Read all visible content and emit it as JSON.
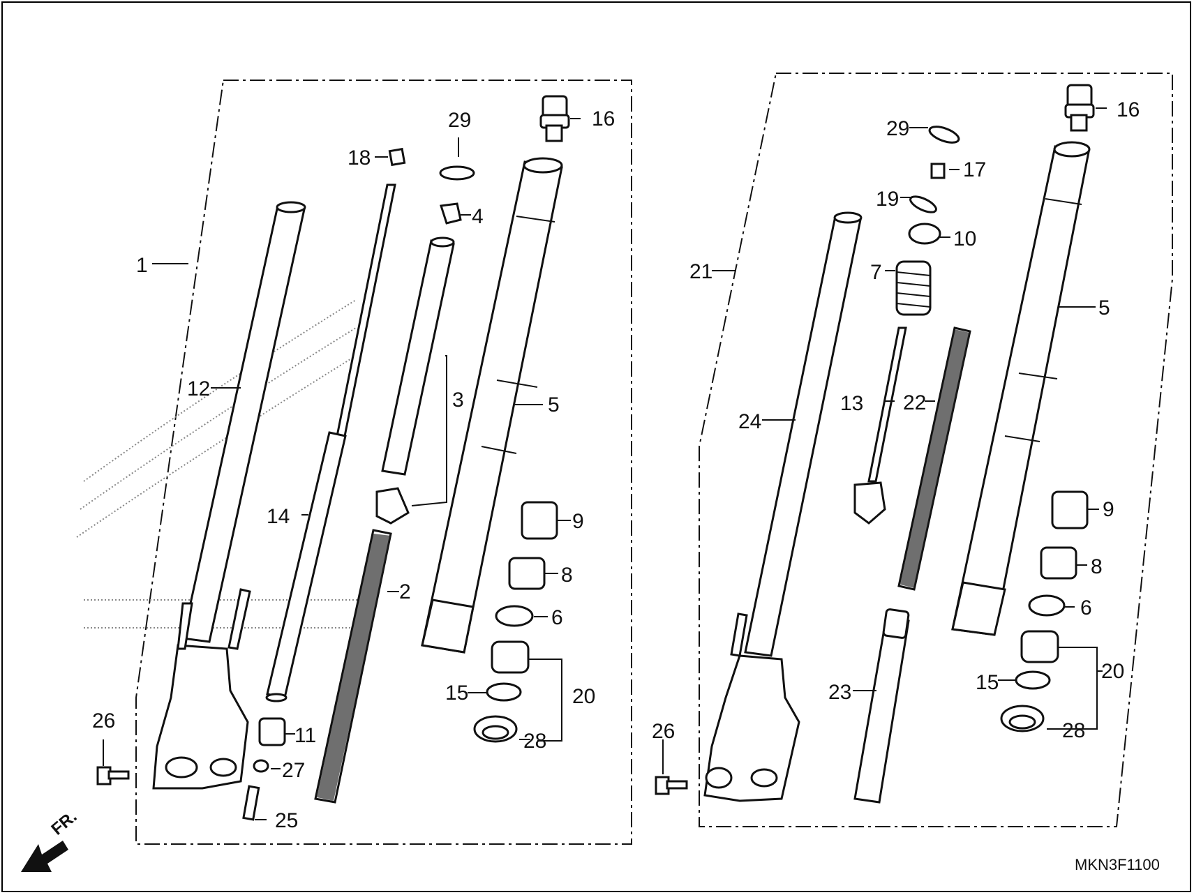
{
  "diagram_code": "MKN3F1100",
  "direction_label": "FR.",
  "left_assembly": {
    "callouts": [
      "1",
      "12",
      "14",
      "18",
      "29",
      "4",
      "3",
      "16",
      "5",
      "2",
      "9",
      "8",
      "6",
      "20",
      "15",
      "28",
      "11",
      "27",
      "25",
      "26"
    ]
  },
  "right_assembly": {
    "callouts": [
      "21",
      "24",
      "29",
      "17",
      "19",
      "10",
      "7",
      "13",
      "22",
      "16",
      "5",
      "9",
      "8",
      "6",
      "20",
      "15",
      "28",
      "23",
      "26"
    ]
  }
}
